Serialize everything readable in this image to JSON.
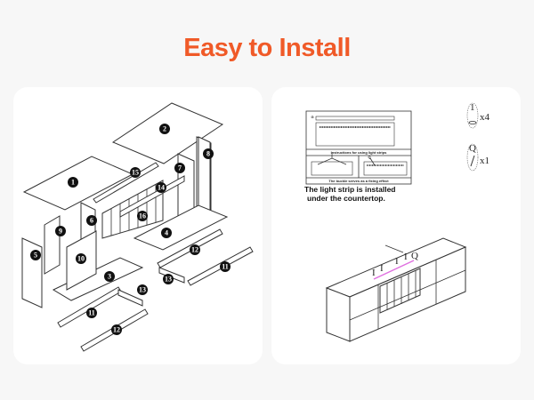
{
  "header": {
    "title": "Easy to Install"
  },
  "left_panel": {
    "diagram": "exploded-cabinet-parts",
    "part_labels": [
      "1",
      "2",
      "3",
      "4",
      "5",
      "6",
      "7",
      "8",
      "9",
      "10",
      "11",
      "12",
      "13",
      "14",
      "15",
      "16",
      "11",
      "12",
      "13"
    ]
  },
  "right_panel": {
    "instruction_box": {
      "caption_top": "Instructions for using light strips",
      "caption_bottom": "The buckle serves as a fixing effect",
      "letters": {
        "top": "G",
        "left": "I",
        "right": "Q"
      }
    },
    "note_lines": [
      "The light strip is installed",
      "under the countertop."
    ],
    "hardware": [
      {
        "id": "1",
        "qty": "x4"
      },
      {
        "id": "Q",
        "qty": "x1"
      }
    ],
    "cabinet_labels": [
      "I",
      "I",
      "I",
      "I",
      "Q"
    ],
    "light_strip_color": "#e070e0"
  },
  "colors": {
    "accent": "#f05a28",
    "background": "#f7f7f7",
    "panel": "#ffffff"
  }
}
